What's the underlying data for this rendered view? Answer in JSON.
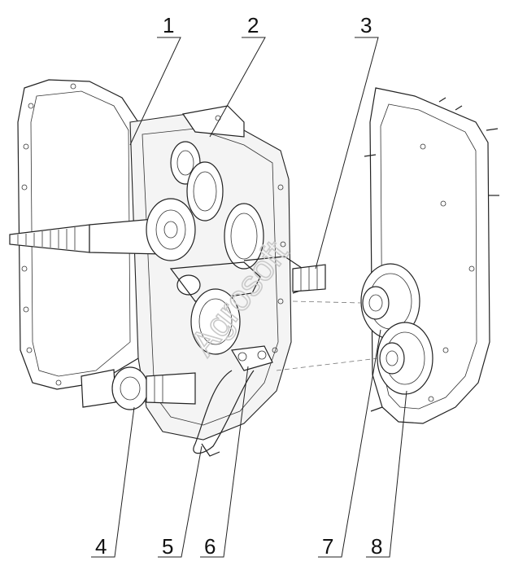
{
  "callouts": {
    "c1": "1",
    "c2": "2",
    "c3": "3",
    "c4": "4",
    "c5": "5",
    "c6": "6",
    "c7": "7",
    "c8": "8"
  },
  "watermark": "Agrosoft",
  "icons": {
    "main_housing": "gearbox-housing-icon",
    "cover": "cover-plate-icon",
    "shaft": "splined-shaft-icon"
  }
}
